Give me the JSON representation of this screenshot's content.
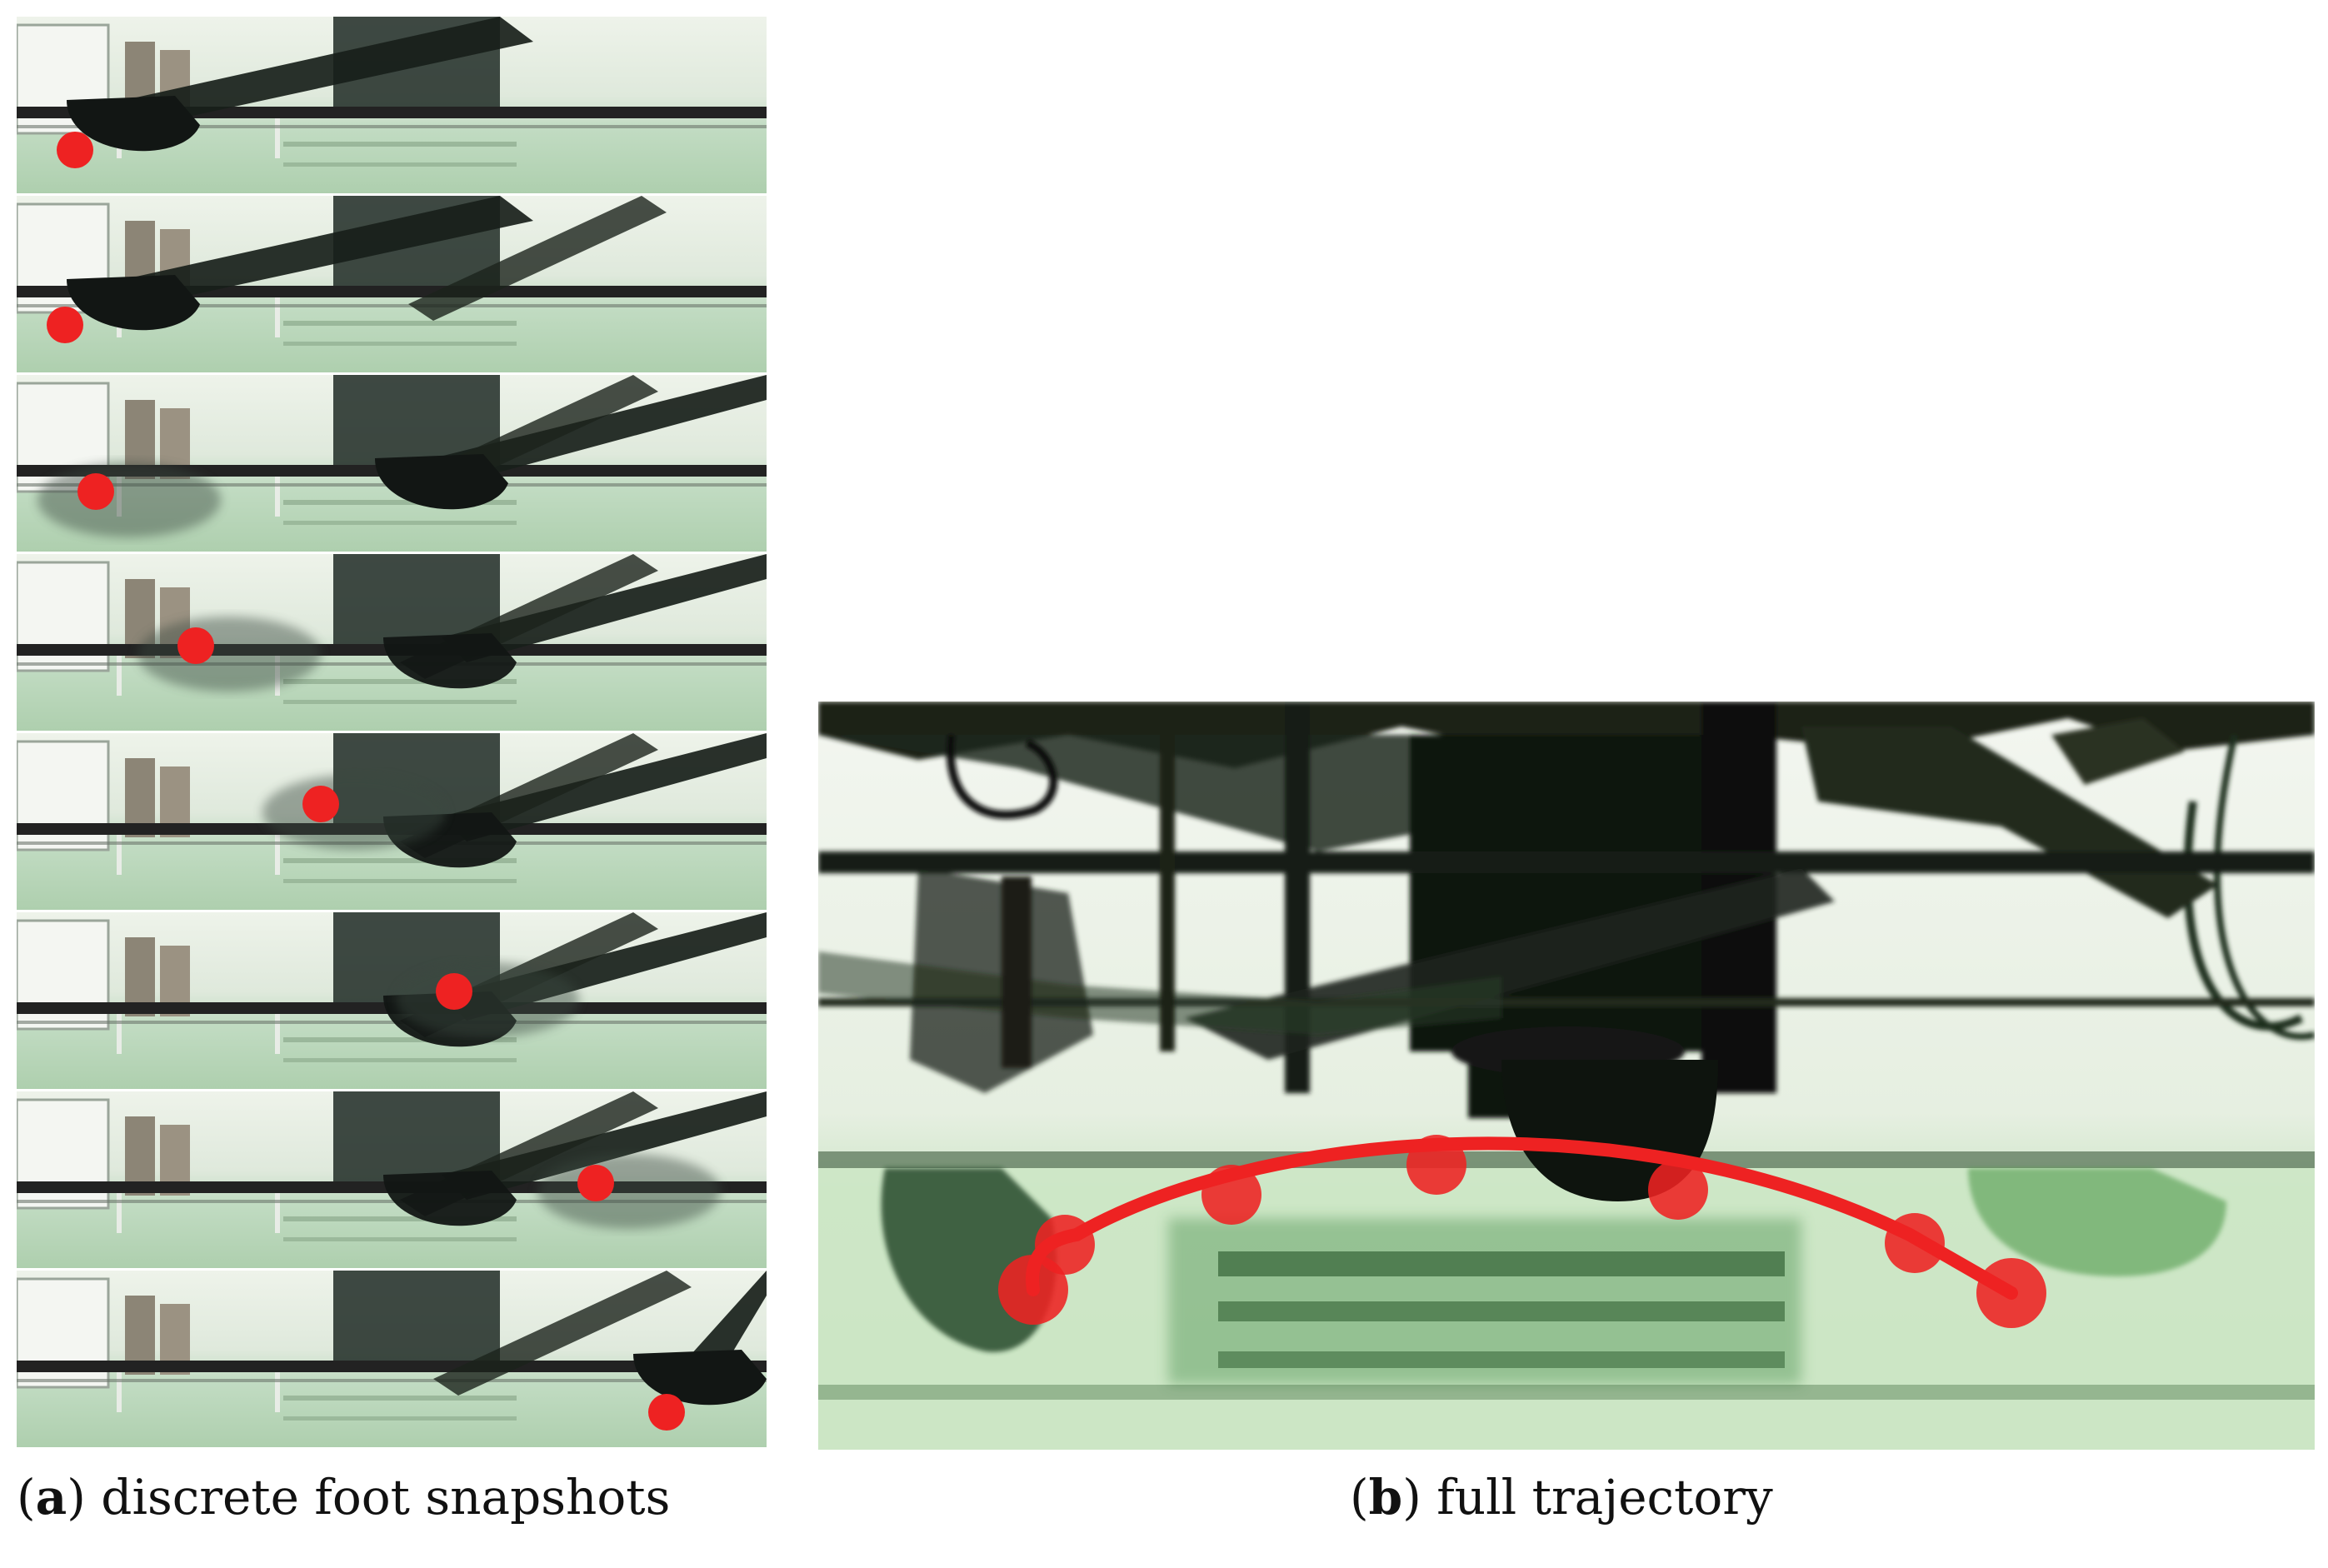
{
  "panel_a": {
    "label_open": "(",
    "label_letter": "a",
    "label_close": ")",
    "caption": " discrete foot snapshots",
    "frame_count": 8,
    "marker_color": "#ee2222"
  },
  "panel_b": {
    "label_open": "(",
    "label_letter": "b",
    "label_close": ")",
    "caption": " full trajectory",
    "waypoint_count": 7,
    "trajectory_color": "#ee2222"
  },
  "colors": {
    "floor_green": "#b9d6b9",
    "wall_light": "#e9efe6",
    "machinery_dark": "#141a16",
    "marker_red": "#ee2222"
  },
  "icons": [
    "robot-foot-icon",
    "red-marker-icon"
  ]
}
